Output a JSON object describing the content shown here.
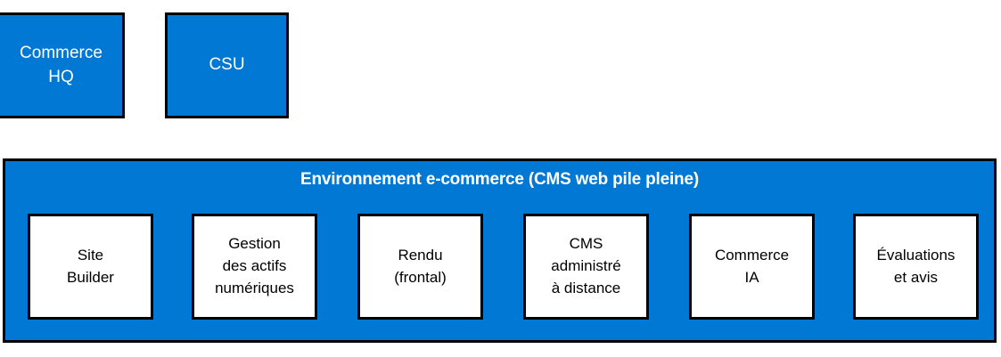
{
  "diagram": {
    "background_color": "#ffffff",
    "accent_color": "#0078D4",
    "border_color": "#000000",
    "top_boxes": [
      {
        "label": "Commerce\nHQ",
        "name": "commerce-hq"
      },
      {
        "label": "CSU",
        "name": "csu"
      }
    ],
    "environment": {
      "title": "Environnement e-commerce (CMS web pile pleine)",
      "components": [
        {
          "label": "Site\nBuilder"
        },
        {
          "label": "Gestion\ndes actifs\nnumériques"
        },
        {
          "label": "Rendu\n(frontal)"
        },
        {
          "label": "CMS\nadministré\nà distance"
        },
        {
          "label": "Commerce\nIA"
        },
        {
          "label": "Évaluations\net avis"
        }
      ]
    }
  }
}
